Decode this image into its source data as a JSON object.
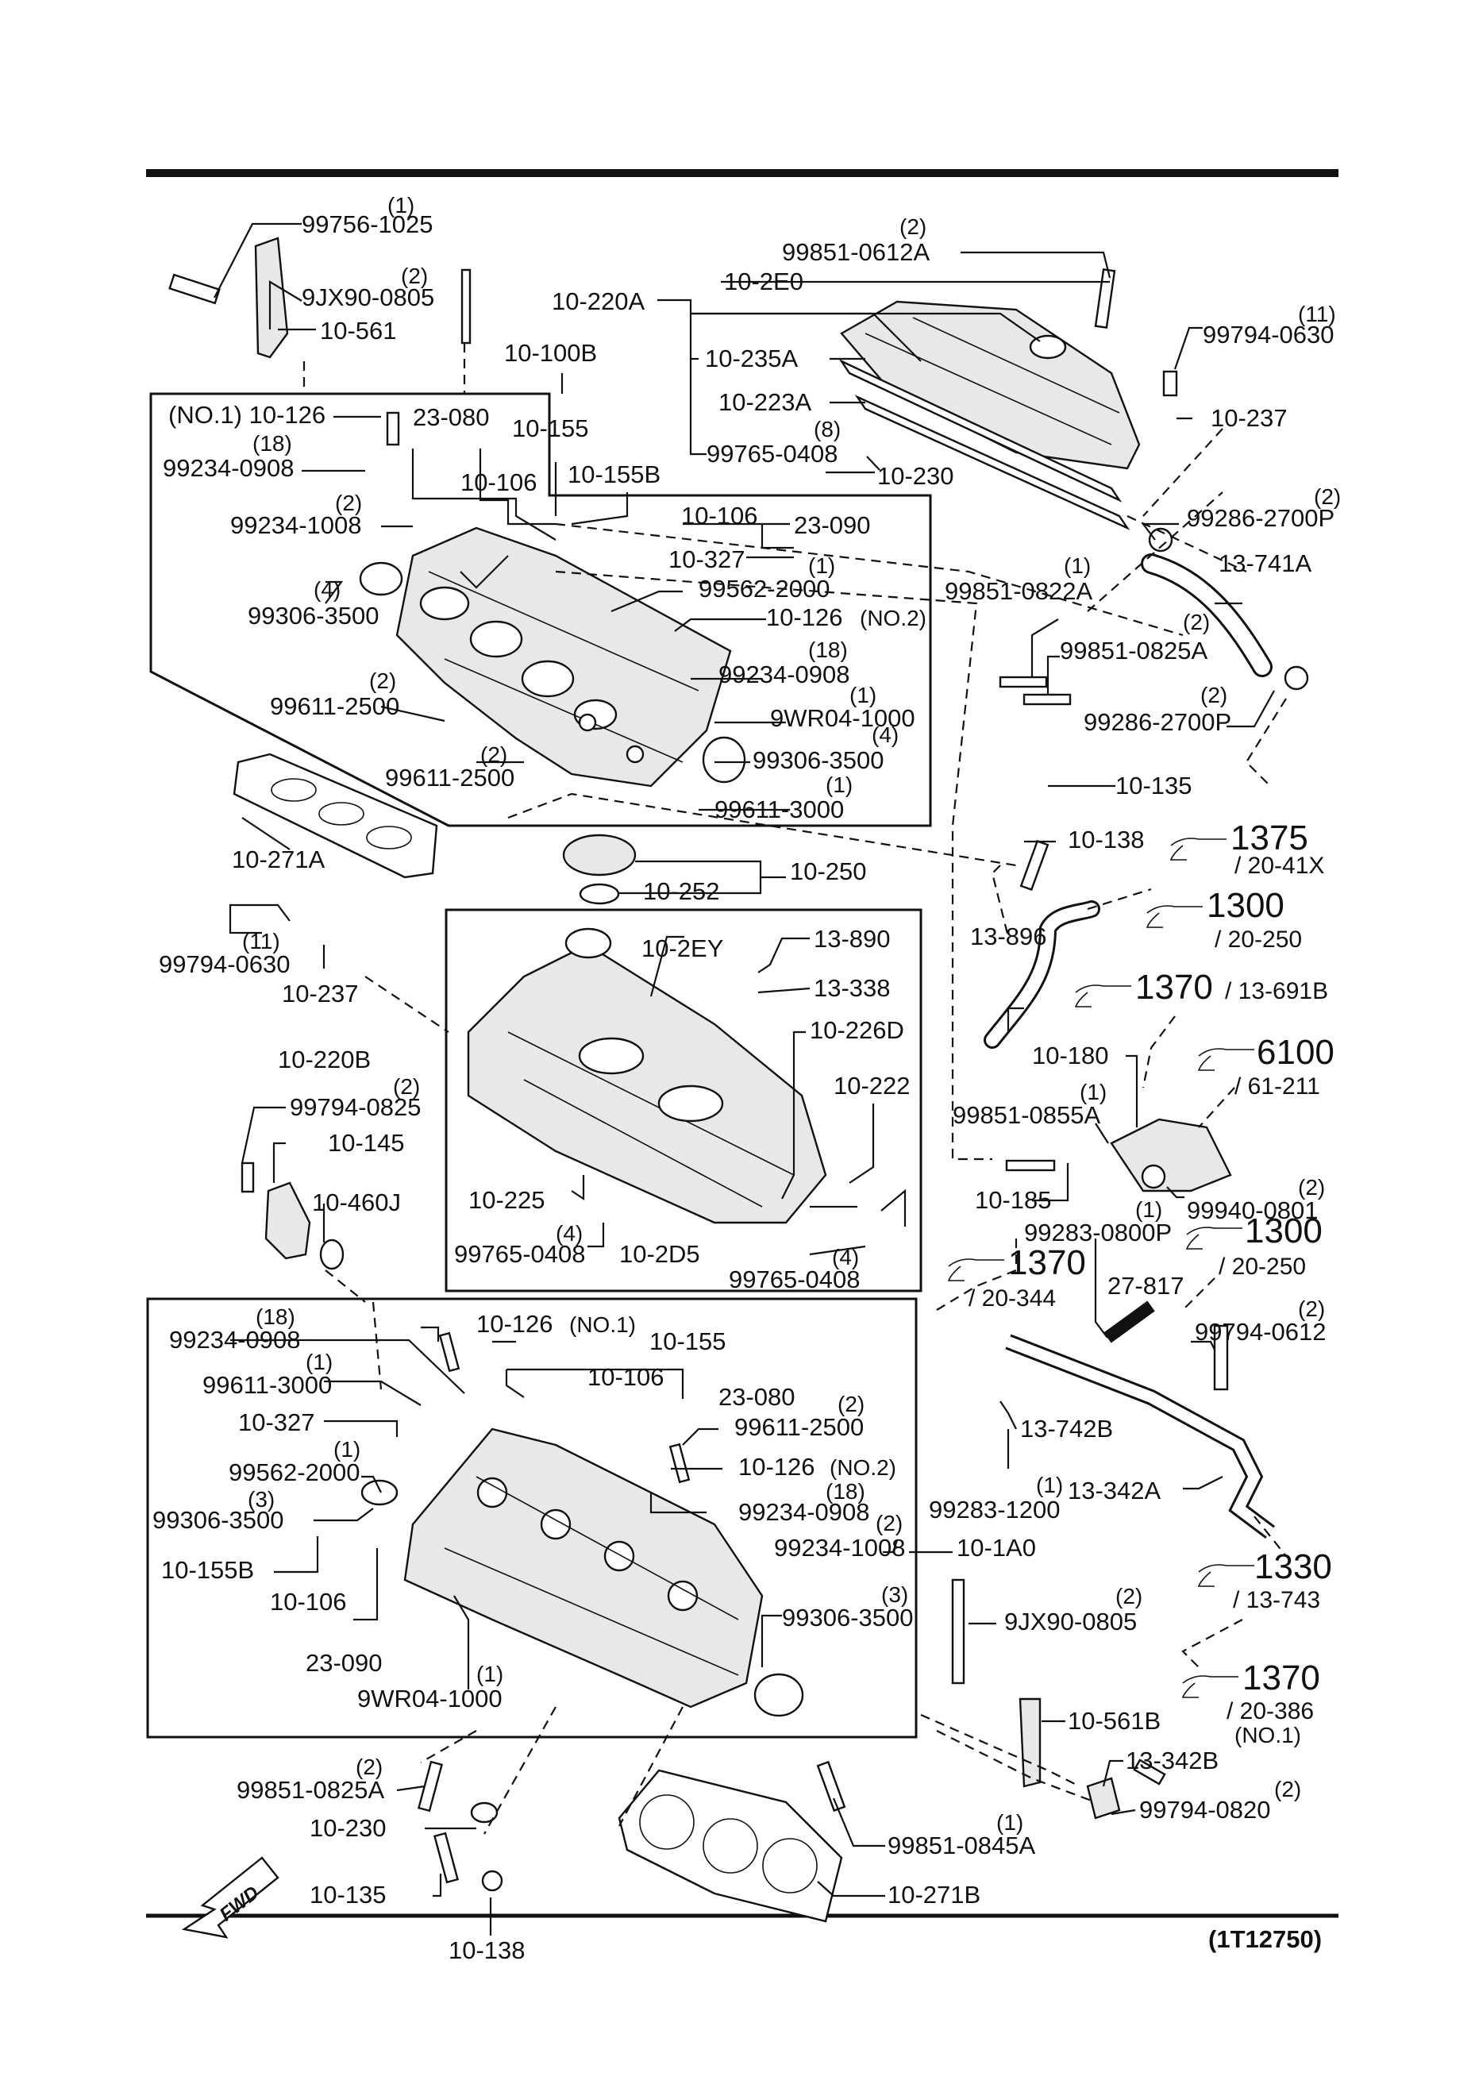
{
  "diagram_code": "(1T12750)",
  "direction_label": "FWD",
  "labels": {
    "p99756_1025": "99756-1025",
    "q99756_1025": "(1)",
    "p9jx90_0805_top": "9JX90-0805",
    "q9jx90_0805_top": "(2)",
    "p10_561": "10-561",
    "p10_100b": "10-100B",
    "p10_126_no1_top": "(NO.1) 10-126",
    "p23_080_top": "23-080",
    "p99234_0908_top": "99234-0908",
    "q99234_0908_top": "(18)",
    "p10_155_top": "10-155",
    "p10_106_top_a": "10-106",
    "p10_155b_top": "10-155B",
    "p99234_1008_top": "99234-1008",
    "q99234_1008_top": "(2)",
    "p10_106_top_b": "10-106",
    "p23_090_top": "23-090",
    "p10_327_top": "10-327",
    "p99562_2000_top": "99562-2000",
    "q99562_2000_top": "(1)",
    "p99306_3500_top_a": "99306-3500",
    "q99306_3500_top_a": "(4)",
    "p10_126_no2_top": "10-126",
    "no2_top": "(NO.2)",
    "p99234_0908_top_b": "99234-0908",
    "q99234_0908_top_b": "(18)",
    "p99611_2500_top_a": "99611-2500",
    "q99611_2500_top_a": "(2)",
    "p9wr04_1000_top": "9WR04-1000",
    "q9wr04_1000_top": "(1)",
    "p99306_3500_top_b": "99306-3500",
    "q99306_3500_top_b": "(4)",
    "p99611_2500_top_b": "99611-2500",
    "q99611_2500_top_b": "(2)",
    "p99611_3000_top": "99611-3000",
    "q99611_3000_top": "(1)",
    "p10_271a": "10-271A",
    "p99851_0612a": "99851-0612A",
    "q99851_0612a": "(2)",
    "p10_220a": "10-220A",
    "p10_2e0": "10-2E0",
    "p10_235a": "10-235A",
    "p10_223a": "10-223A",
    "p99765_0408_top": "99765-0408",
    "q99765_0408_top": "(8)",
    "p10_230_top": "10-230",
    "p99794_0630_top": "99794-0630",
    "q99794_0630_top": "(11)",
    "p10_237_top": "10-237",
    "p99286_2700p_a": "99286-2700P",
    "q99286_2700p_a": "(2)",
    "p13_741a": "13-741A",
    "p99851_0822a": "99851-0822A",
    "q99851_0822a": "(1)",
    "p99851_0825a_top": "99851-0825A",
    "q99851_0825a_top": "(2)",
    "p99286_2700p_b": "99286-2700P",
    "q99286_2700p_b": "(2)",
    "p10_135_top": "10-135",
    "p10_138_top": "10-138",
    "ref1375": "1375",
    "sub1375": "/ 20-41X",
    "p10_250": "10-250",
    "p10_252": "10-252",
    "p99794_0630_mid": "99794-0630",
    "q99794_0630_mid": "(11)",
    "p10_237_mid": "10-237",
    "p10_2ey": "10-2EY",
    "p13_890": "13-890",
    "p13_338": "13-338",
    "p10_226d": "10-226D",
    "p10_222": "10-222",
    "p10_220b": "10-220B",
    "p99794_0825": "99794-0825",
    "q99794_0825": "(2)",
    "p10_145": "10-145",
    "p10_460j": "10-460J",
    "p10_225": "10-225",
    "p99765_0408_mid_a": "99765-0408",
    "q99765_0408_mid_a": "(4)",
    "p10_2d5": "10-2D5",
    "p99765_0408_mid_b": "99765-0408",
    "q99765_0408_mid_b": "(4)",
    "ref1300_a": "1300",
    "sub1300_a": "/ 20-250",
    "p13_896": "13-896",
    "ref1370_a": "1370",
    "sub1370_a": "/ 13-691B",
    "ref6100": "6100",
    "sub6100": "/ 61-211",
    "p10_180": "10-180",
    "p99851_0855a": "99851-0855A",
    "q99851_0855a": "(1)",
    "p10_185": "10-185",
    "p99940_0801": "99940-0801",
    "q99940_0801": "(2)",
    "p99283_0800p": "99283-0800P",
    "q99283_0800p": "(1)",
    "ref1300_b": "1300",
    "sub1300_b": "/ 20-250",
    "ref1370_b": "1370",
    "sub1370_b": "/ 20-344",
    "p27_817": "27-817",
    "p99794_0612": "99794-0612",
    "q99794_0612": "(2)",
    "p13_742b": "13-742B",
    "p99283_1200": "99283-1200",
    "q99283_1200": "(1)",
    "p13_342a": "13-342A",
    "ref1330": "1330",
    "sub1330": "/ 13-743",
    "ref1370_c": "1370",
    "sub1370_c": "/ 20-386",
    "no1_ref": "(NO.1)",
    "p99234_0908_low": "99234-0908",
    "q99234_0908_low": "(18)",
    "p10_126_no1_low": "10-126",
    "no1_low": "(NO.1)",
    "p10_155_low": "10-155",
    "p99611_3000_low": "99611-3000",
    "q99611_3000_low": "(1)",
    "p10_106_low_a": "10-106",
    "p23_080_low": "23-080",
    "p10_327_low": "10-327",
    "p99611_2500_low": "99611-2500",
    "q99611_2500_low": "(2)",
    "p99562_2000_low": "99562-2000",
    "q99562_2000_low": "(1)",
    "p10_126_no2_low": "10-126",
    "no2_low": "(NO.2)",
    "p99306_3500_low_a": "99306-3500",
    "q99306_3500_low_a": "(3)",
    "p99234_0908_low_b": "99234-0908",
    "q99234_0908_low_b": "(18)",
    "p99234_1008_low": "99234-1008",
    "q99234_1008_low": "(2)",
    "p10_1a0": "10-1A0",
    "p10_155b_low": "10-155B",
    "p10_106_low_b": "10-106",
    "p99306_3500_low_b": "99306-3500",
    "q99306_3500_low_b": "(3)",
    "p23_090_low": "23-090",
    "p9wr04_1000_low": "9WR04-1000",
    "q9wr04_1000_low": "(1)",
    "p9jx90_0805_low": "9JX90-0805",
    "q9jx90_0805_low": "(2)",
    "p10_561b": "10-561B",
    "p13_342b": "13-342B",
    "p99794_0820": "99794-0820",
    "q99794_0820": "(2)",
    "p99851_0825a_low": "99851-0825A",
    "q99851_0825a_low": "(2)",
    "p10_230_low": "10-230",
    "p99851_0845a": "99851-0845A",
    "q99851_0845a": "(1)",
    "p10_135_low": "10-135",
    "p10_271b": "10-271B",
    "p10_138_low": "10-138"
  }
}
